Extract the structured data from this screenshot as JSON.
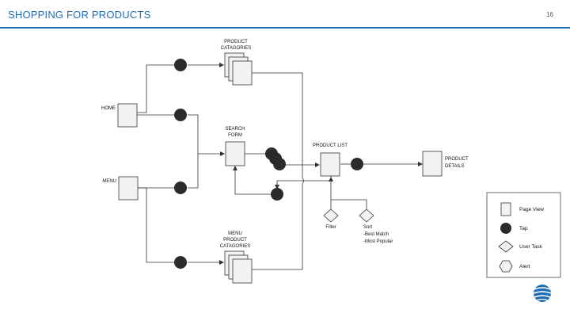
{
  "header": {
    "title": "SHOPPING FOR PRODUCTS",
    "slide_number": "16"
  },
  "nodes": {
    "home": "HOME",
    "menu": "MENU",
    "product_categories": [
      "PRODUCT",
      "CATAGORIES"
    ],
    "search_form": [
      "SEARCH",
      "FORM"
    ],
    "menu_product_categories": [
      "MENU",
      "PRODUCT",
      "CATAGORIES"
    ],
    "product_list": "PRODUCT LIST",
    "product_details": [
      "PRODUCT",
      "DETAILS"
    ],
    "filter": "Filter",
    "sort": [
      "Sort",
      "-Best Match",
      "-Most Popular"
    ]
  },
  "legend": {
    "page_view": "Page View",
    "tap": "Tap",
    "user_task": "User Task",
    "alert": "Alert"
  },
  "colors": {
    "title": "#1f6db5",
    "page_fill": "#f2f2f2",
    "tap_fill": "#2b2b2b",
    "line": "#333333",
    "logo": "#1f6db5"
  },
  "logo": "att-globe-icon"
}
